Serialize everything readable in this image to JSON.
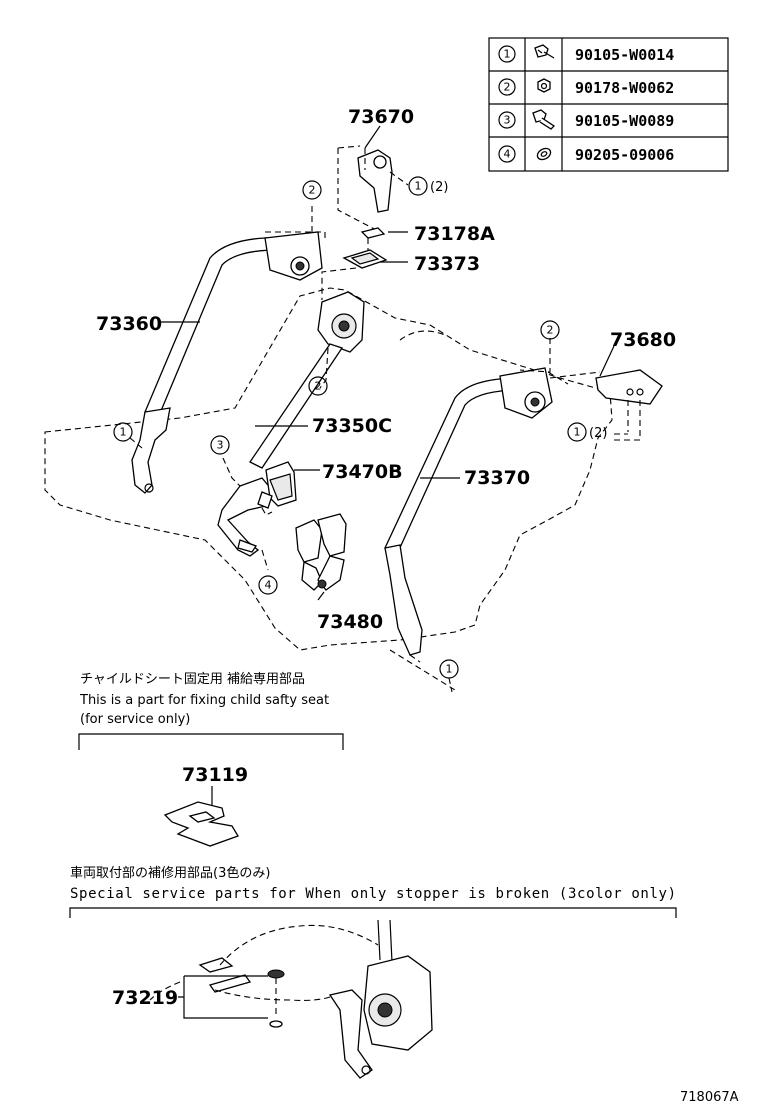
{
  "fastener_table": [
    {
      "ref": "1",
      "part_no": "90105-W0014"
    },
    {
      "ref": "2",
      "part_no": "90178-W0062"
    },
    {
      "ref": "3",
      "part_no": "90105-W0089"
    },
    {
      "ref": "4",
      "part_no": "90205-09006"
    }
  ],
  "callouts": {
    "p73670": "73670",
    "p73178a": "73178A",
    "p73373": "73373",
    "p73360": "73360",
    "p73680": "73680",
    "p73350c": "73350C",
    "p73470b": "73470B",
    "p73370": "73370",
    "p73480": "73480",
    "p73119": "73119",
    "p73219": "73219"
  },
  "ref_marks": {
    "one": "1",
    "two": "2",
    "three": "3",
    "four": "4",
    "one_two_suffix": "(2)"
  },
  "notes": {
    "child_seat_jp": "チャイルドシート固定用 補給専用部品",
    "child_seat_en": "This is a part for fixing child safty seat",
    "child_seat_en2": "(for service only)",
    "special_jp": "車両取付部の補修用部品(3色のみ)",
    "special_en": "Special service parts for When only stopper is broken (3color only)"
  },
  "illustration_id": "718067A"
}
